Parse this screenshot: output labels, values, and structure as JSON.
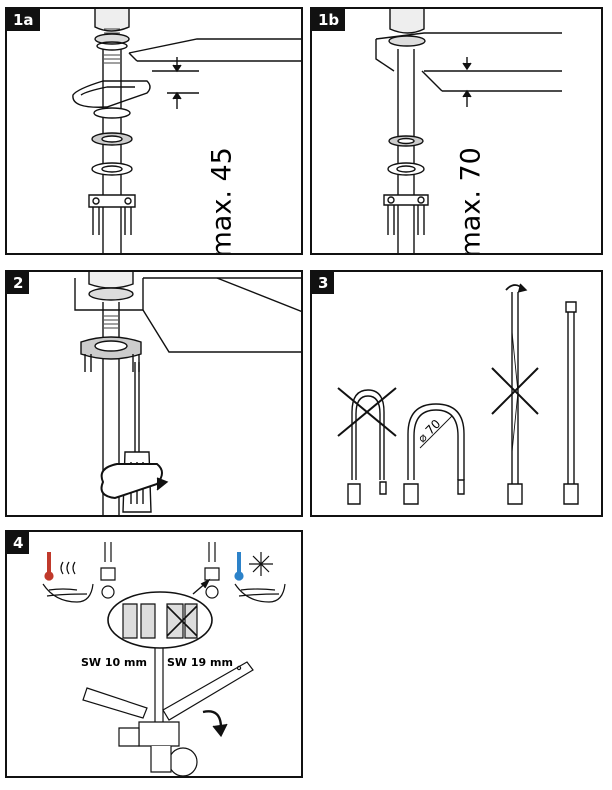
{
  "panels": {
    "p1a": {
      "label": "1a",
      "dimension": "max. 45"
    },
    "p1b": {
      "label": "1b",
      "dimension": "max. 70"
    },
    "p2": {
      "label": "2"
    },
    "p3": {
      "label": "3",
      "bend_diameter": "⌀ 70"
    },
    "p4": {
      "label": "4",
      "wrench_small": "SW 10 mm",
      "wrench_large": "SW 19 mm"
    }
  }
}
